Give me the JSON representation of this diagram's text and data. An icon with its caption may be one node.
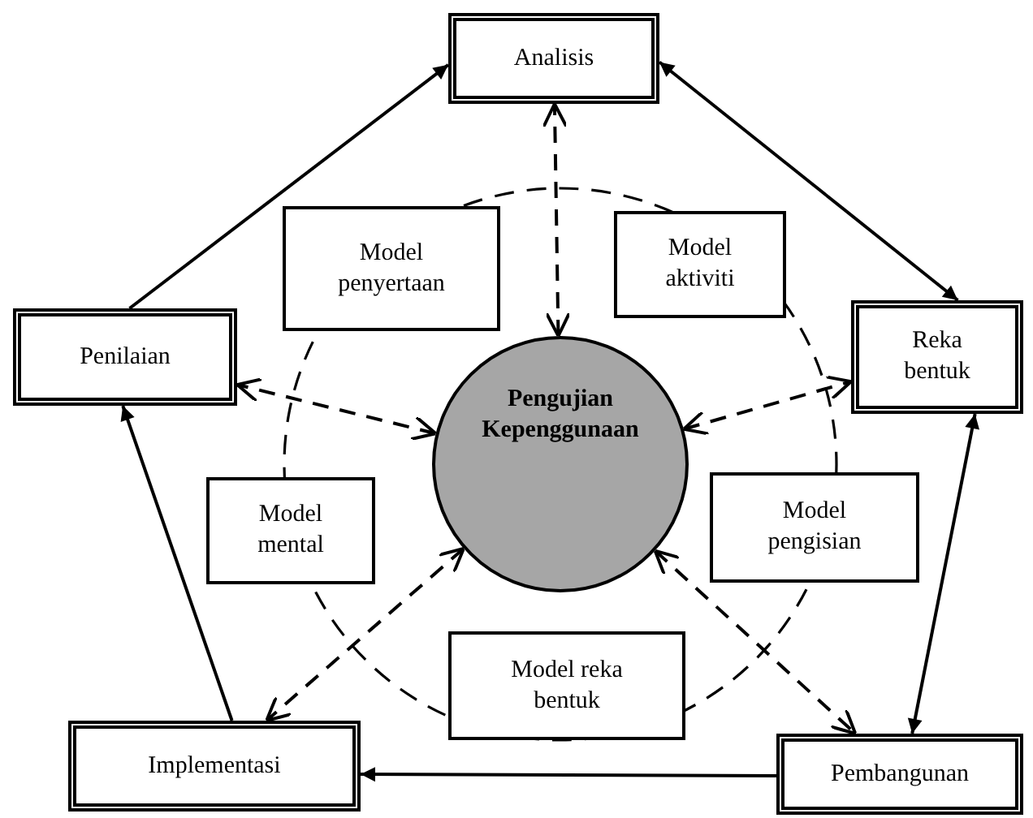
{
  "diagram": {
    "nodes": [
      {
        "text": [
          "Analisis"
        ]
      },
      {
        "text": [
          "Model penyertaan"
        ]
      },
      {
        "text": [
          "Model aktiviti"
        ]
      },
      {
        "text": [
          "Penilaian"
        ]
      },
      {
        "text": [
          "Reka bentuk"
        ]
      },
      {
        "text": [
          "Pengujian Kepenggunaan"
        ]
      },
      {
        "text": [
          "Model mental"
        ]
      },
      {
        "text": [
          "Model pengisian"
        ]
      },
      {
        "text": [
          "Model reka bentuk"
        ]
      },
      {
        "text": [
          "Implementasi"
        ]
      },
      {
        "text": [
          "Pembangunan"
        ]
      }
    ],
    "edges": [
      {
        "from": 3,
        "to": 0,
        "arrow": "to"
      },
      {
        "from": 0,
        "to": 4,
        "arrow": "both"
      },
      {
        "from": 4,
        "to": 10,
        "arrow": "both"
      },
      {
        "from": 10,
        "to": 9,
        "arrow": "to"
      },
      {
        "from": 9,
        "to": 3,
        "arrow": "to"
      },
      {
        "from": 5,
        "to": 0,
        "arrow": "both",
        "style": "dashed"
      },
      {
        "from": 5,
        "to": 3,
        "arrow": "both",
        "style": "dashed"
      },
      {
        "from": 5,
        "to": 4,
        "arrow": "both",
        "style": "dashed"
      },
      {
        "from": 5,
        "to": 9,
        "arrow": "both",
        "style": "dashed"
      },
      {
        "from": 5,
        "to": 10,
        "arrow": "both",
        "style": "dashed"
      }
    ]
  }
}
